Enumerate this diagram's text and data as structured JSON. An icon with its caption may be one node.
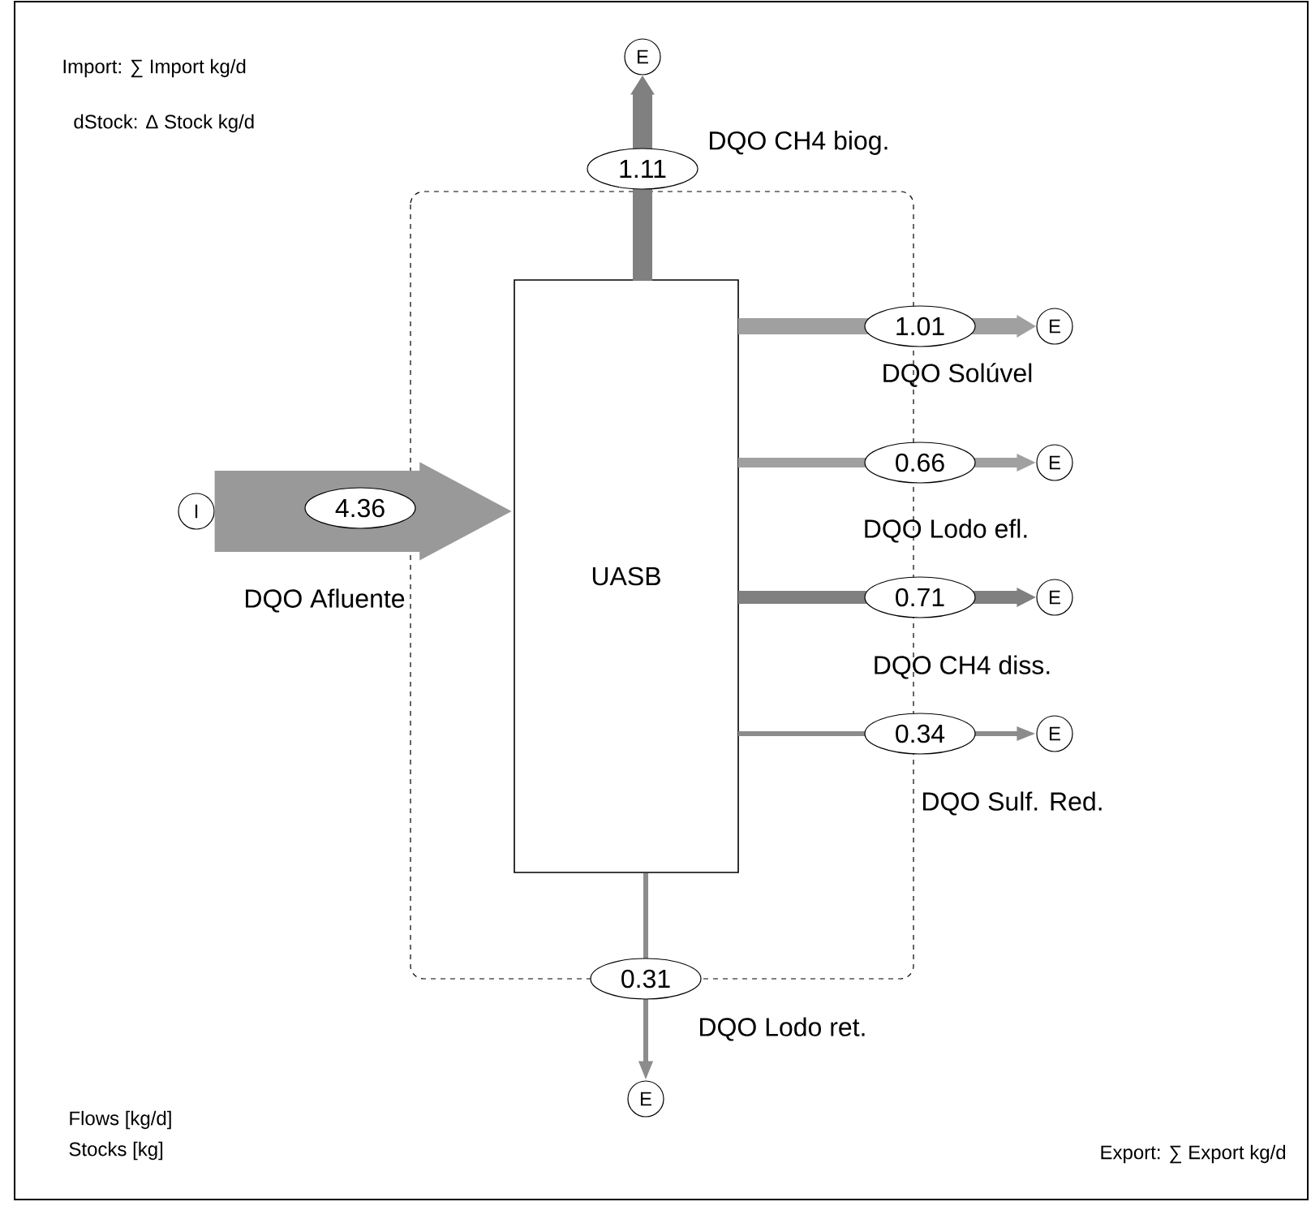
{
  "diagram": {
    "nodes": [
      {
        "text": [
          "UASB"
        ]
      },
      {
        "text": [
          "I"
        ]
      },
      {
        "text": [
          "E"
        ]
      },
      {
        "text": [
          "E"
        ]
      },
      {
        "text": [
          "E"
        ]
      },
      {
        "text": [
          "E"
        ]
      },
      {
        "text": [
          "E"
        ]
      },
      {
        "text": [
          "E"
        ]
      }
    ],
    "edges": [
      {
        "from": 1,
        "to": 0,
        "arrow": "to",
        "label": "4.36",
        "style": "thick"
      },
      {
        "from": 0,
        "to": 2,
        "arrow": "to",
        "label": "1.11"
      },
      {
        "from": 0,
        "to": 3,
        "arrow": "to",
        "label": "1.01"
      },
      {
        "from": 0,
        "to": 4,
        "arrow": "to",
        "label": "0.66"
      },
      {
        "from": 0,
        "to": 5,
        "arrow": "to",
        "label": "0.71"
      },
      {
        "from": 0,
        "to": 6,
        "arrow": "to",
        "label": "0.34"
      },
      {
        "from": 0,
        "to": 7,
        "arrow": "to",
        "label": "0.31"
      }
    ],
    "labels": [
      "Import: ∑ Import kg/d",
      "dStock: Δ Stock kg/d",
      "DQO CH4 biog.",
      "DQO Solúvel",
      "DQO Afluente",
      "DQO Lodo efl.",
      "DQO CH4 diss.",
      "DQO Sulf. Red.",
      "DQO Lodo ret.",
      "Flows  [kg/d]",
      "Stocks [kg]",
      "Export: ∑ Export kg/d"
    ]
  }
}
